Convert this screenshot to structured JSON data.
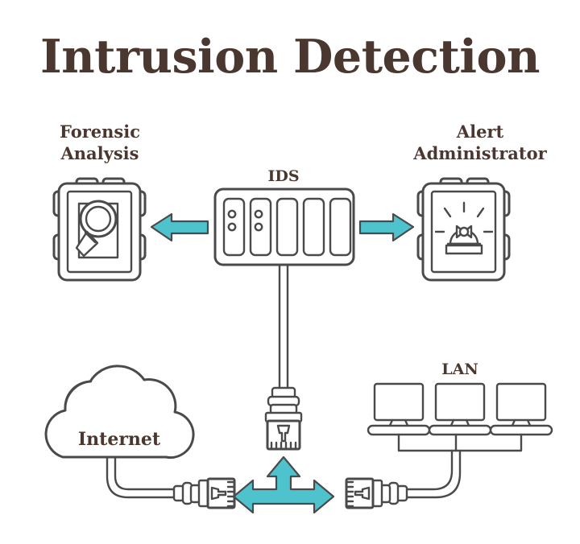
{
  "page": {
    "title": "Intrusion Detection",
    "background_color": "#ffffff",
    "line_color": "#4a4a4a",
    "text_color": "#4a372f",
    "accent_color": "#4ec3cd"
  },
  "nodes": {
    "forensic": {
      "label_line1": "Forensic",
      "label_line2": "Analysis",
      "icon": "magnifier-document-box"
    },
    "alert": {
      "label_line1": "Alert",
      "label_line2": "Administrator",
      "icon": "siren-box"
    },
    "ids": {
      "label": "IDS",
      "icon": "server-rack",
      "slot_count": 5,
      "slots_with_leds": 2,
      "leds_per_slot": 2
    },
    "internet": {
      "label": "Internet",
      "icon": "cloud"
    },
    "lan": {
      "label": "LAN",
      "icon": "monitors",
      "monitor_count": 3
    }
  },
  "connectors": {
    "center_plug": {
      "name": "rj45-connector-vertical",
      "orientation": "down"
    },
    "internet_plug": {
      "name": "rj45-connector-internet",
      "orientation": "right"
    },
    "lan_plug": {
      "name": "rj45-connector-lan",
      "orientation": "left"
    }
  },
  "arrows": [
    {
      "name": "arrow-ids-to-forensic",
      "direction": "left",
      "color": "#4ec3cd"
    },
    {
      "name": "arrow-ids-to-alert",
      "direction": "right",
      "color": "#4ec3cd"
    },
    {
      "name": "arrow-traffic-tee",
      "direction": "up-left-right",
      "color": "#4ec3cd"
    }
  ]
}
